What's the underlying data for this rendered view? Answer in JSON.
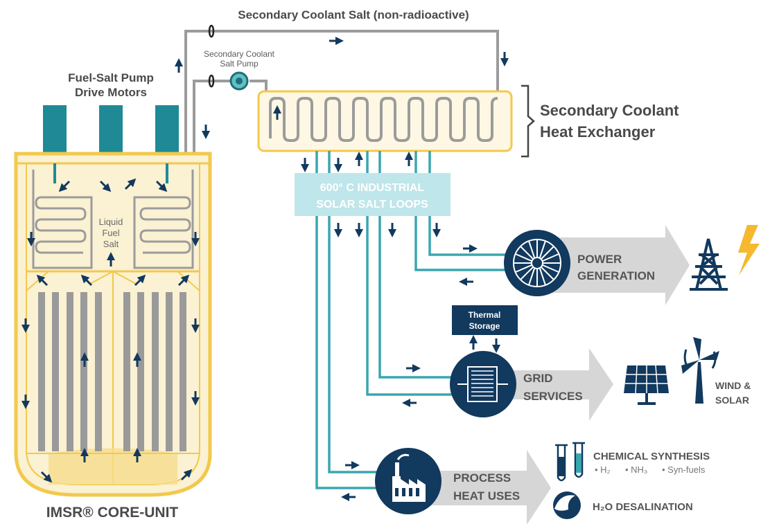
{
  "labels": {
    "secondary_coolant_salt": "Secondary Coolant Salt (non-radioactive)",
    "secondary_pump": [
      "Secondary Coolant",
      "Salt Pump"
    ],
    "fuel_salt_pump": [
      "Fuel-Salt Pump",
      "Drive Motors"
    ],
    "heat_exchanger": [
      "Secondary Coolant",
      "Heat Exchanger"
    ],
    "solar_salt_loops": [
      "600° C INDUSTRIAL",
      "SOLAR SALT LOOPS"
    ],
    "liquid_fuel_salt": [
      "Liquid",
      "Fuel",
      "Salt"
    ],
    "core_unit": "IMSR® CORE-UNIT",
    "power_generation": [
      "POWER",
      "GENERATION"
    ],
    "thermal_storage": [
      "Thermal",
      "Storage"
    ],
    "grid_services": [
      "GRID",
      "SERVICES"
    ],
    "wind_solar": [
      "WIND &",
      "SOLAR"
    ],
    "process_heat": [
      "PROCESS",
      "HEAT USES"
    ],
    "chemical_synthesis": "CHEMICAL SYNTHESIS",
    "chem_items": [
      "• H₂",
      "• NH₃",
      "• Syn-fuels"
    ],
    "desalination": "H₂O DESALINATION"
  },
  "colors": {
    "core_outline": "#f2c94c",
    "core_fill": "#fbf1d3",
    "motor": "#1f8a95",
    "rod": "#9a9a9a",
    "coolant_pipe": "#9b9b9b",
    "salt_loop": "#3aa6b0",
    "arrow": "#12395e",
    "navy": "#12395e",
    "chevron": "#d6d6d6",
    "label_box": "#bfe6ea",
    "lightning": "#f5b82e"
  },
  "icons": [
    "turbine-icon",
    "transmission-tower-icon",
    "lightning-icon",
    "thermal-storage-icon",
    "heat-storage-coil-icon",
    "solar-panel-icon",
    "wind-turbine-icon",
    "factory-icon",
    "test-tubes-icon",
    "water-wave-icon"
  ]
}
